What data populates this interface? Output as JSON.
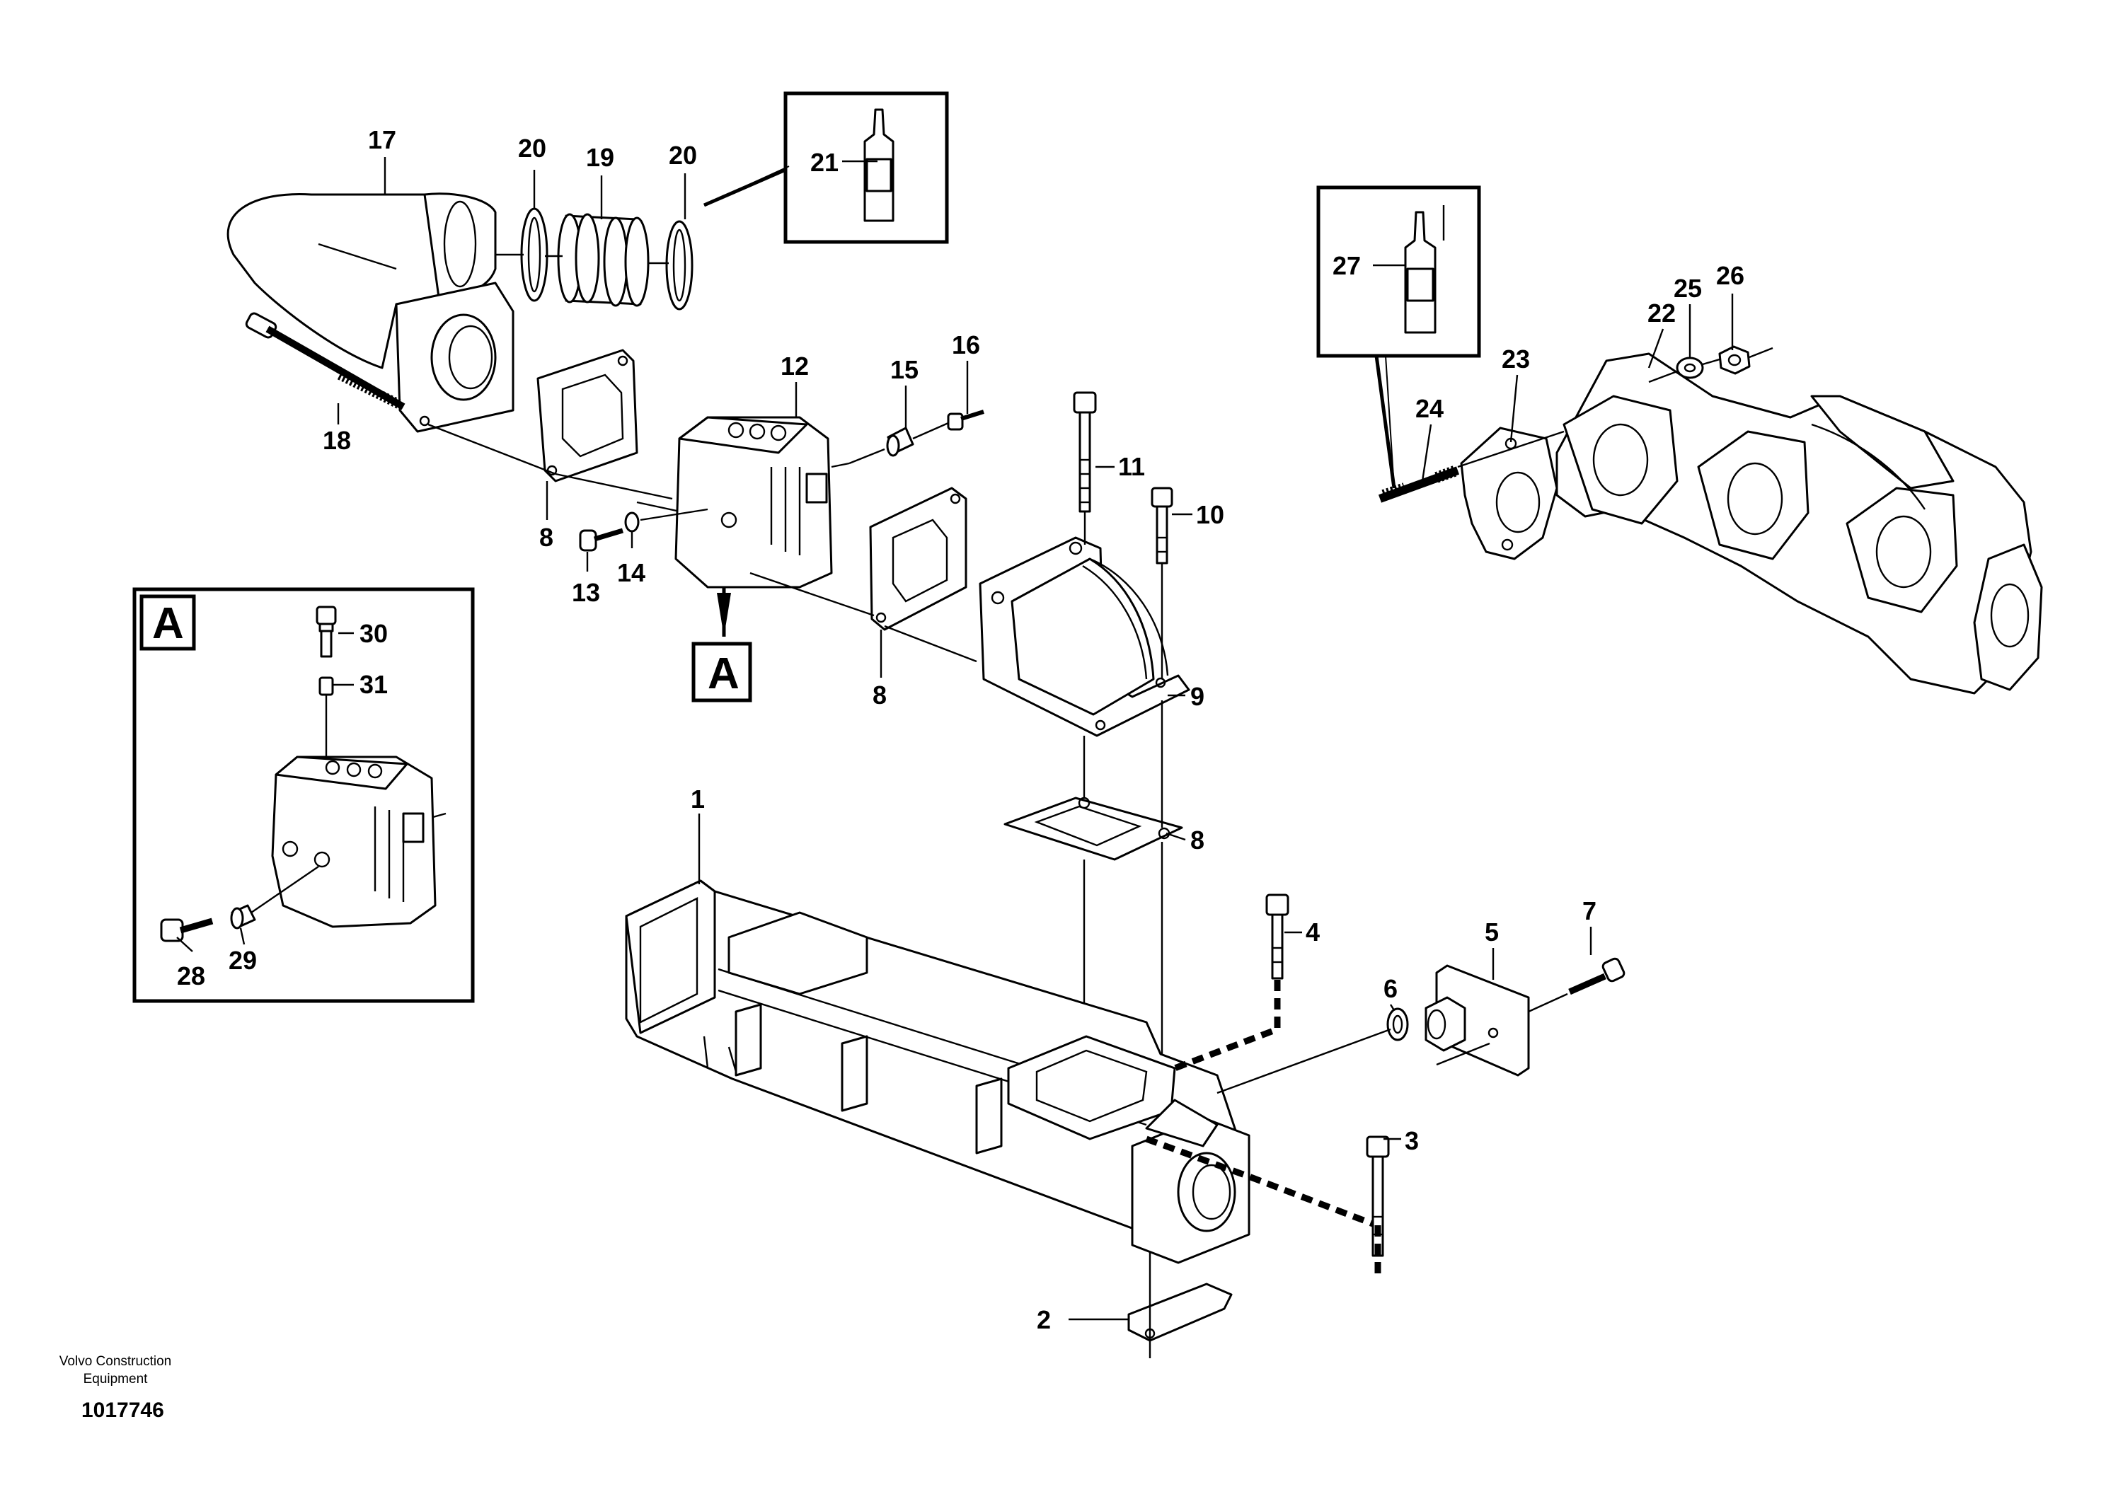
{
  "callouts": {
    "c1": "1",
    "c2": "2",
    "c3": "3",
    "c4": "4",
    "c5": "5",
    "c6": "6",
    "c7": "7",
    "c8a": "8",
    "c8b": "8",
    "c8c": "8",
    "c9": "9",
    "c10": "10",
    "c11": "11",
    "c12": "12",
    "c13": "13",
    "c14": "14",
    "c15": "15",
    "c16": "16",
    "c17": "17",
    "c18": "18",
    "c19": "19",
    "c20a": "20",
    "c20b": "20",
    "c21": "21",
    "c22": "22",
    "c23": "23",
    "c24": "24",
    "c25": "25",
    "c26": "26",
    "c27": "27",
    "c28": "28",
    "c29": "29",
    "c30": "30",
    "c31": "31"
  },
  "detail_ref": "A",
  "detail_title": "A",
  "footer": {
    "brand_line1": "Volvo Construction",
    "brand_line2": "Equipment",
    "drawing_id": "1017746"
  }
}
